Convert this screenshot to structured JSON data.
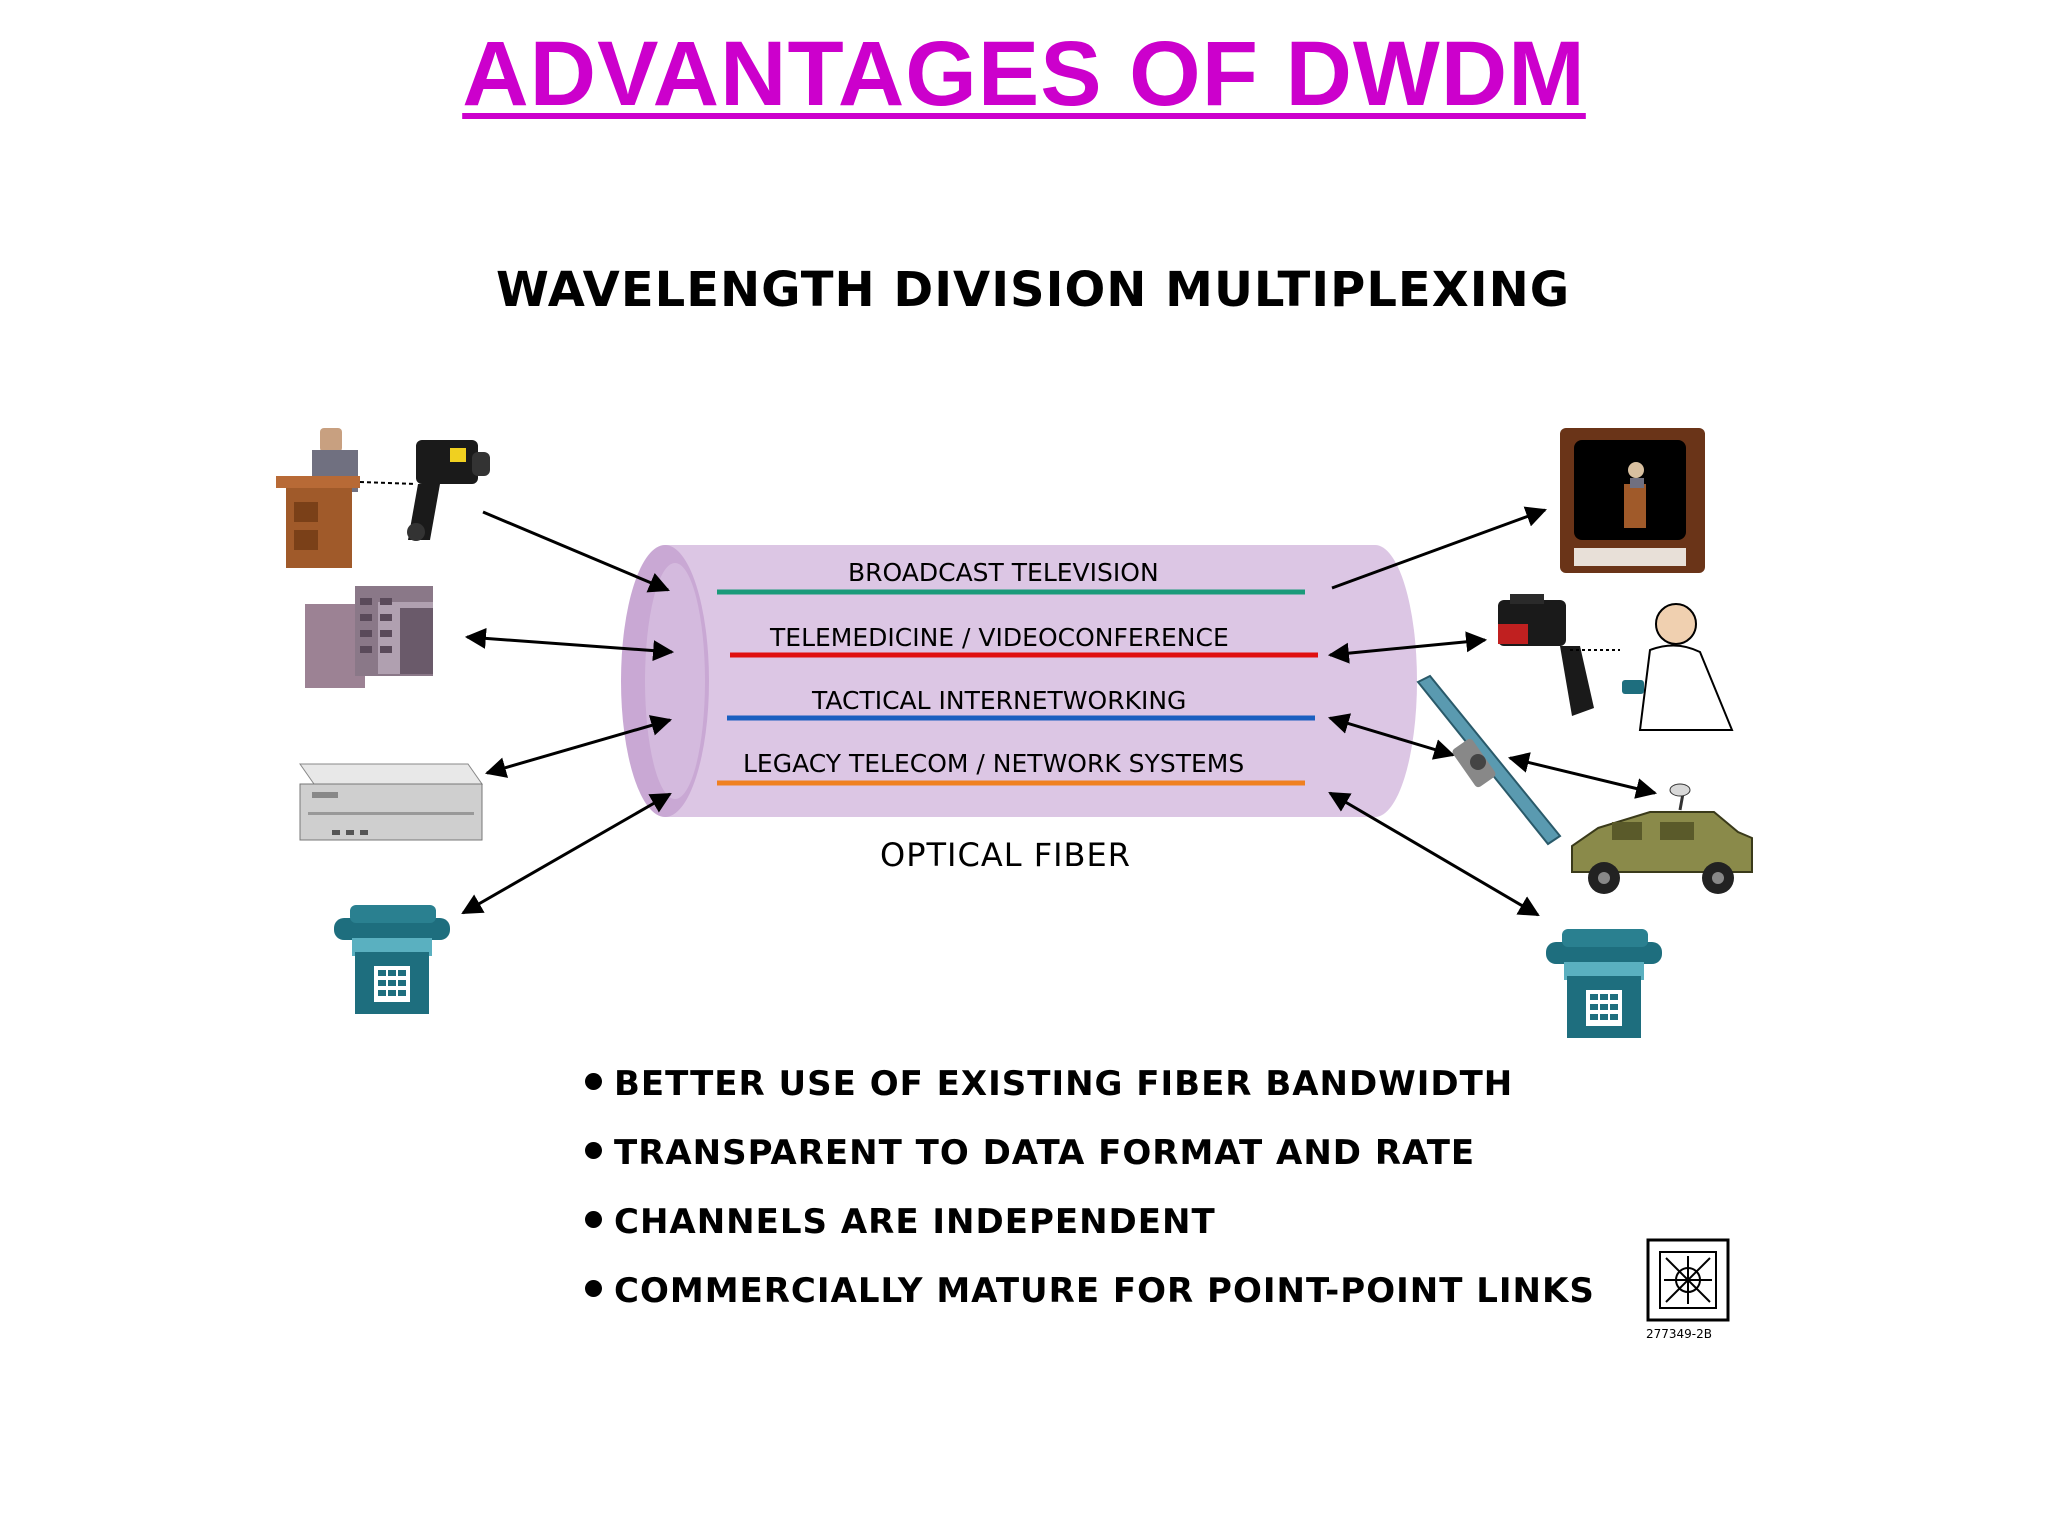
{
  "title": "ADVANTAGES OF DWDM",
  "subtitle": "WAVELENGTH DIVISION MULTIPLEXING",
  "fiber": {
    "label": "OPTICAL FIBER",
    "channels": [
      {
        "label": "BROADCAST TELEVISION",
        "color": "#1a9a7a"
      },
      {
        "label": "TELEMEDICINE / VIDEOCONFERENCE",
        "color": "#e01010"
      },
      {
        "label": "TACTICAL INTERNETWORKING",
        "color": "#1a5fc0"
      },
      {
        "label": "LEGACY TELECOM / NETWORK SYSTEMS",
        "color": "#f08020"
      }
    ],
    "color": "#dcc6e4"
  },
  "bullets": [
    "BETTER USE OF EXISTING FIBER BANDWIDTH",
    "TRANSPARENT TO DATA FORMAT AND RATE",
    "CHANNELS ARE INDEPENDENT",
    "COMMERCIALLY MATURE FOR POINT-POINT LINKS"
  ],
  "doc_number": "277349-2B",
  "colors": {
    "title": "#cc00cc",
    "phone": "#1e6e7e",
    "vehicle": "#8a8a4a"
  },
  "icons": {
    "left": [
      "speaker-at-podium-with-camera-icon",
      "office-buildings-icon",
      "server-unit-icon",
      "telephone-icon"
    ],
    "right": [
      "television-icon",
      "doctor-with-camera-icon",
      "satellite-icon",
      "military-vehicle-icon",
      "telephone-icon"
    ]
  }
}
